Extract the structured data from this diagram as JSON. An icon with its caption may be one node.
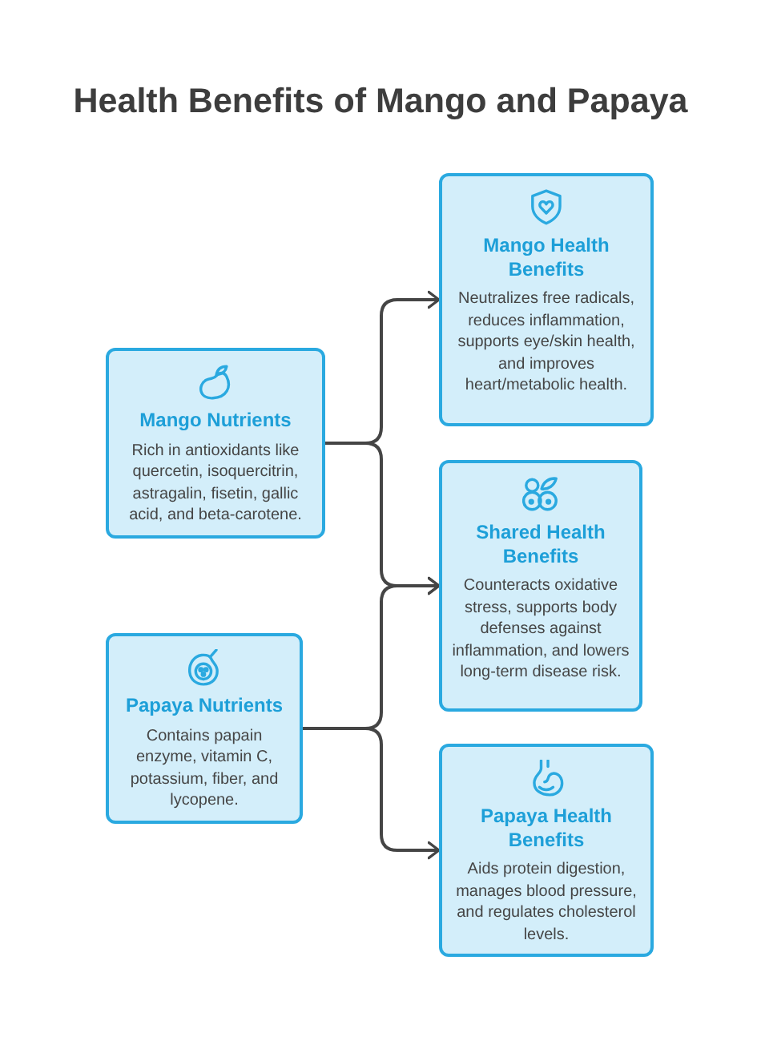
{
  "diagram": {
    "title": "Health Benefits of Mango and Papaya",
    "nodes": [
      {
        "text": [
          "Mango Nutrients",
          "Rich in antioxidants like quercetin, isoquercitrin, astragalin, fisetin, gallic acid, and beta-carotene."
        ]
      },
      {
        "text": [
          "Papaya Nutrients",
          "Contains papain enzyme, vitamin C, potassium, fiber, and lycopene."
        ]
      },
      {
        "text": [
          "Mango Health Benefits",
          "Neutralizes free radicals, reduces inflammation, supports eye/skin health, and improves heart/metabolic health."
        ]
      },
      {
        "text": [
          "Shared Health Benefits",
          "Counteracts oxidative stress, supports body defenses against inflammation, and lowers long-term disease risk."
        ]
      },
      {
        "text": [
          "Papaya Health Benefits",
          "Aids protein digestion, manages blood pressure, and regulates cholesterol levels."
        ]
      }
    ],
    "edges": [
      {
        "from": 0,
        "to": 2,
        "arrow": "to"
      },
      {
        "from": 0,
        "to": 3,
        "arrow": "to"
      },
      {
        "from": 1,
        "to": 3,
        "arrow": "to"
      },
      {
        "from": 1,
        "to": 4,
        "arrow": "to"
      }
    ]
  }
}
